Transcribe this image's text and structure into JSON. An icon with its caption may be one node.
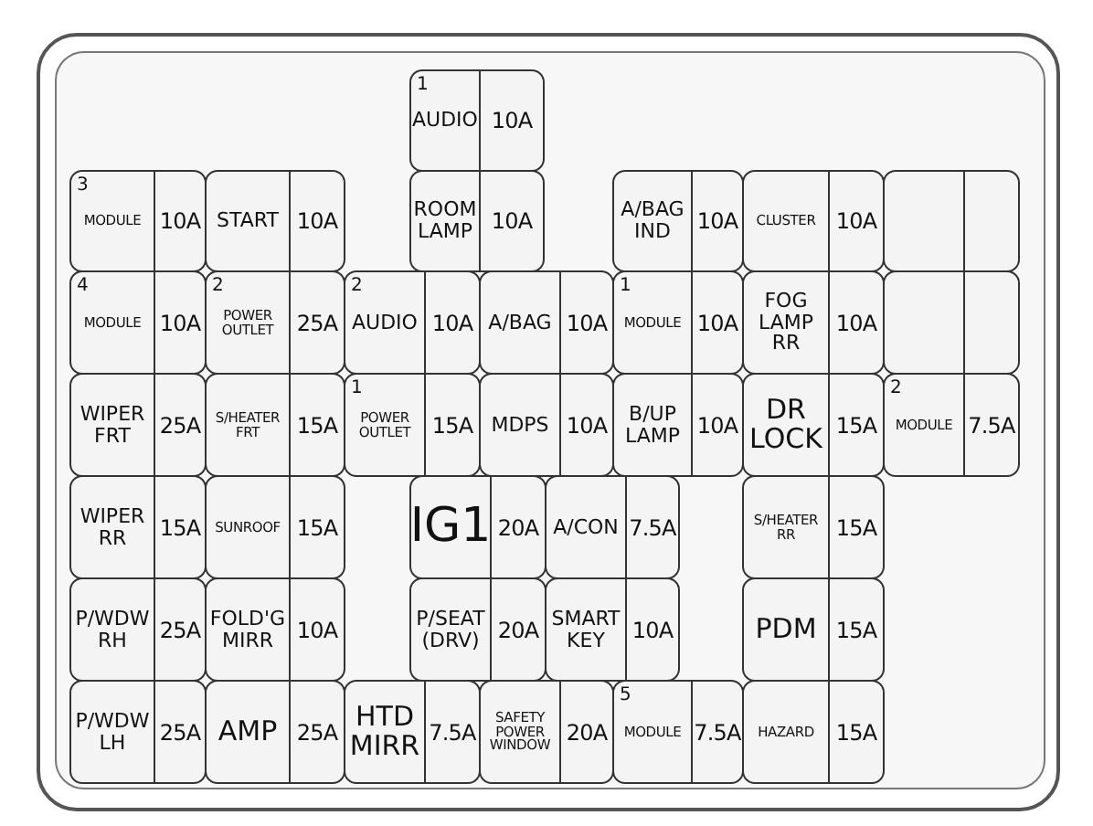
{
  "diagram": {
    "nodes": [
      {
        "text": [
          "1",
          "AUDIO",
          "10A"
        ]
      },
      {
        "text": [
          "ROOM LAMP",
          "10A"
        ]
      },
      {
        "text": [
          "3",
          "MODULE",
          "10A"
        ]
      },
      {
        "text": [
          "START",
          "10A"
        ]
      },
      {
        "text": [
          "A/BAG IND",
          "10A"
        ]
      },
      {
        "text": [
          "CLUSTER",
          "10A"
        ]
      },
      {
        "text": [],
        "shape": "box"
      },
      {
        "text": [
          "4",
          "MODULE",
          "10A"
        ]
      },
      {
        "text": [
          "2",
          "POWER OUTLET",
          "25A"
        ]
      },
      {
        "text": [
          "2",
          "AUDIO",
          "10A"
        ]
      },
      {
        "text": [
          "A/BAG",
          "10A"
        ]
      },
      {
        "text": [
          "1",
          "MODULE",
          "10A"
        ]
      },
      {
        "text": [
          "FOG LAMP RR",
          "10A"
        ]
      },
      {
        "text": [],
        "shape": "box"
      },
      {
        "text": [
          "WIPER FRT",
          "25A"
        ]
      },
      {
        "text": [
          "S/HEATER FRT",
          "15A"
        ]
      },
      {
        "text": [
          "1",
          "POWER OUTLET",
          "15A"
        ]
      },
      {
        "text": [
          "MDPS",
          "10A"
        ]
      },
      {
        "text": [
          "B/UP LAMP",
          "10A"
        ]
      },
      {
        "text": [
          "DR LOCK",
          "15A"
        ]
      },
      {
        "text": [
          "2",
          "MODULE",
          "7.5A"
        ]
      },
      {
        "text": [
          "WIPER RR",
          "15A"
        ]
      },
      {
        "text": [
          "SUNROOF",
          "15A"
        ]
      },
      {
        "text": [
          "IG1",
          "20A"
        ]
      },
      {
        "text": [
          "A/CON",
          "7.5A"
        ]
      },
      {
        "text": [
          "S/HEATER RR",
          "15A"
        ]
      },
      {
        "text": [
          "P/WDW RH",
          "25A"
        ]
      },
      {
        "text": [
          "FOLD'G MIRR",
          "10A"
        ]
      },
      {
        "text": [
          "P/SEAT (DRV)",
          "20A"
        ]
      },
      {
        "text": [
          "SMART KEY",
          "10A"
        ]
      },
      {
        "text": [
          "PDM",
          "15A"
        ]
      },
      {
        "text": [
          "P/WDW LH",
          "25A"
        ]
      },
      {
        "text": [
          "AMP",
          "25A"
        ]
      },
      {
        "text": [
          "HTD MIRR",
          "7.5A"
        ]
      },
      {
        "text": [
          "SAFETY POWER WINDOW",
          "20A"
        ]
      },
      {
        "text": [
          "5",
          "MODULE",
          "7.5A"
        ]
      },
      {
        "text": [
          "HAZARD",
          "15A"
        ]
      }
    ]
  }
}
